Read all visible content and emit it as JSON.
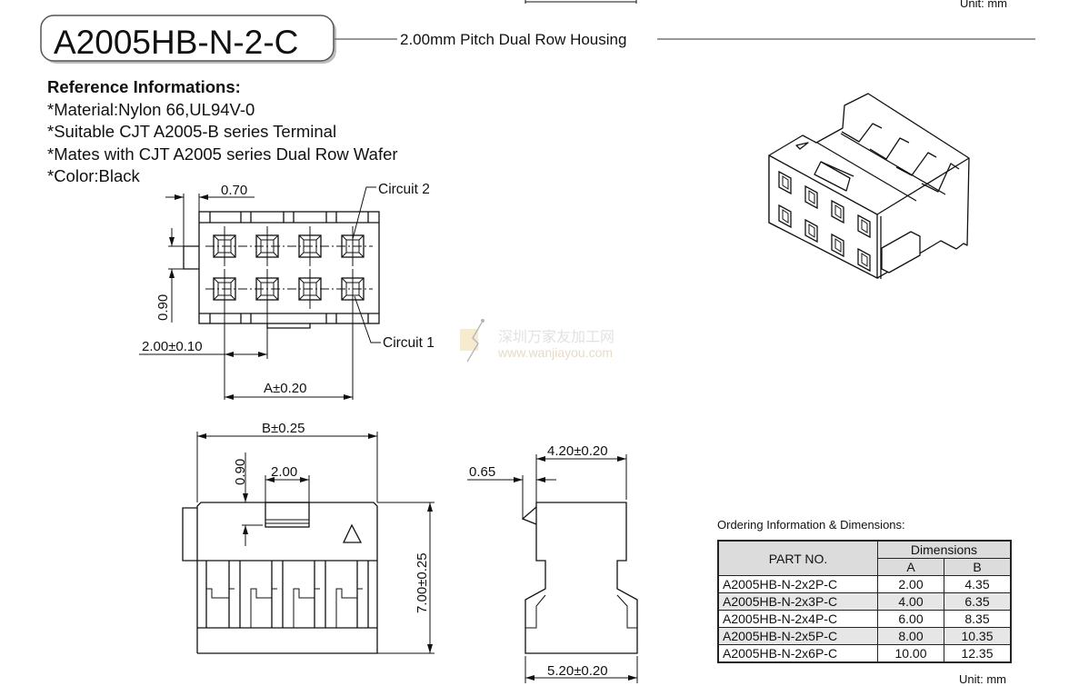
{
  "header": {
    "part_number": "A2005HB-N-2-C",
    "subtitle": "2.00mm Pitch Dual Row Housing",
    "unit_top": "Unit: mm"
  },
  "reference": {
    "heading": "Reference Informations:",
    "lines": [
      "*Material:Nylon 66,UL94V-0",
      "*Suitable CJT A2005-B series Terminal",
      "*Mates with CJT A2005 series Dual Row Wafer",
      "*Color:Black"
    ]
  },
  "top_view": {
    "dim_070": "0.70",
    "dim_090": "0.90",
    "dim_pitch": "2.00±0.10",
    "dim_a": "A±0.20",
    "circuit_2": "Circuit 2",
    "circuit_1": "Circuit 1"
  },
  "front_view": {
    "dim_b": "B±0.25",
    "dim_200": "2.00",
    "dim_090": "0.90",
    "dim_height": "7.00±0.25"
  },
  "side_view": {
    "dim_depth": "4.20±0.20",
    "dim_065": "0.65",
    "dim_bottom": "5.20±0.20"
  },
  "watermark": {
    "cn": "深圳万家友加工网",
    "url": "www.wanjiayou.com"
  },
  "ordering": {
    "title": "Ordering Information & Dimensions:",
    "col_part": "PART NO.",
    "col_dims": "Dimensions",
    "col_a": "A",
    "col_b": "B",
    "rows": [
      {
        "part": "A2005HB-N-2x2P-C",
        "a": "2.00",
        "b": "4.35"
      },
      {
        "part": "A2005HB-N-2x3P-C",
        "a": "4.00",
        "b": "6.35"
      },
      {
        "part": "A2005HB-N-2x4P-C",
        "a": "6.00",
        "b": "8.35"
      },
      {
        "part": "A2005HB-N-2x5P-C",
        "a": "8.00",
        "b": "10.35"
      },
      {
        "part": "A2005HB-N-2x6P-C",
        "a": "10.00",
        "b": "12.35"
      }
    ],
    "unit": "Unit: mm"
  }
}
